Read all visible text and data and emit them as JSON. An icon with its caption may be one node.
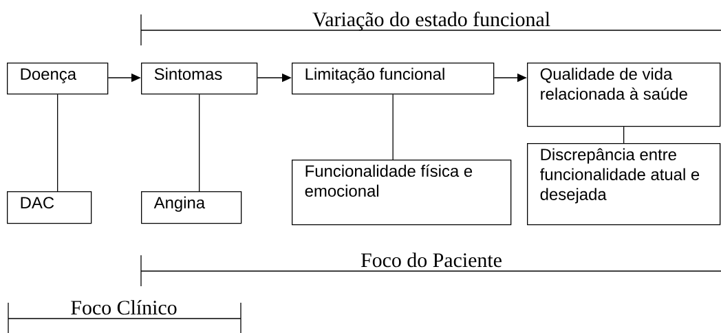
{
  "diagram": {
    "nodes": [
      {
        "text": [
          "Doença"
        ]
      },
      {
        "text": [
          "Sintomas"
        ]
      },
      {
        "text": [
          "Limitação funcional"
        ]
      },
      {
        "text": [
          "Qualidade de vida relacionada à saúde"
        ]
      },
      {
        "text": [
          "DAC"
        ]
      },
      {
        "text": [
          "Angina"
        ]
      },
      {
        "text": [
          "Funcionalidade física e emocional"
        ]
      },
      {
        "text": [
          "Discrepância entre funcionalidade atual e desejada"
        ]
      }
    ],
    "edges": [
      {
        "from": 0,
        "to": 1,
        "arrow": "to"
      },
      {
        "from": 1,
        "to": 2,
        "arrow": "to"
      },
      {
        "from": 2,
        "to": 3,
        "arrow": "to"
      },
      {
        "from": 0,
        "to": 4,
        "arrow": "none"
      },
      {
        "from": 1,
        "to": 5,
        "arrow": "none"
      },
      {
        "from": 2,
        "to": 6,
        "arrow": "none"
      },
      {
        "from": 3,
        "to": 7,
        "arrow": "none"
      }
    ],
    "labels": [
      "Variação do estado funcional",
      "Foco do Paciente",
      "Foco Clínico"
    ]
  }
}
